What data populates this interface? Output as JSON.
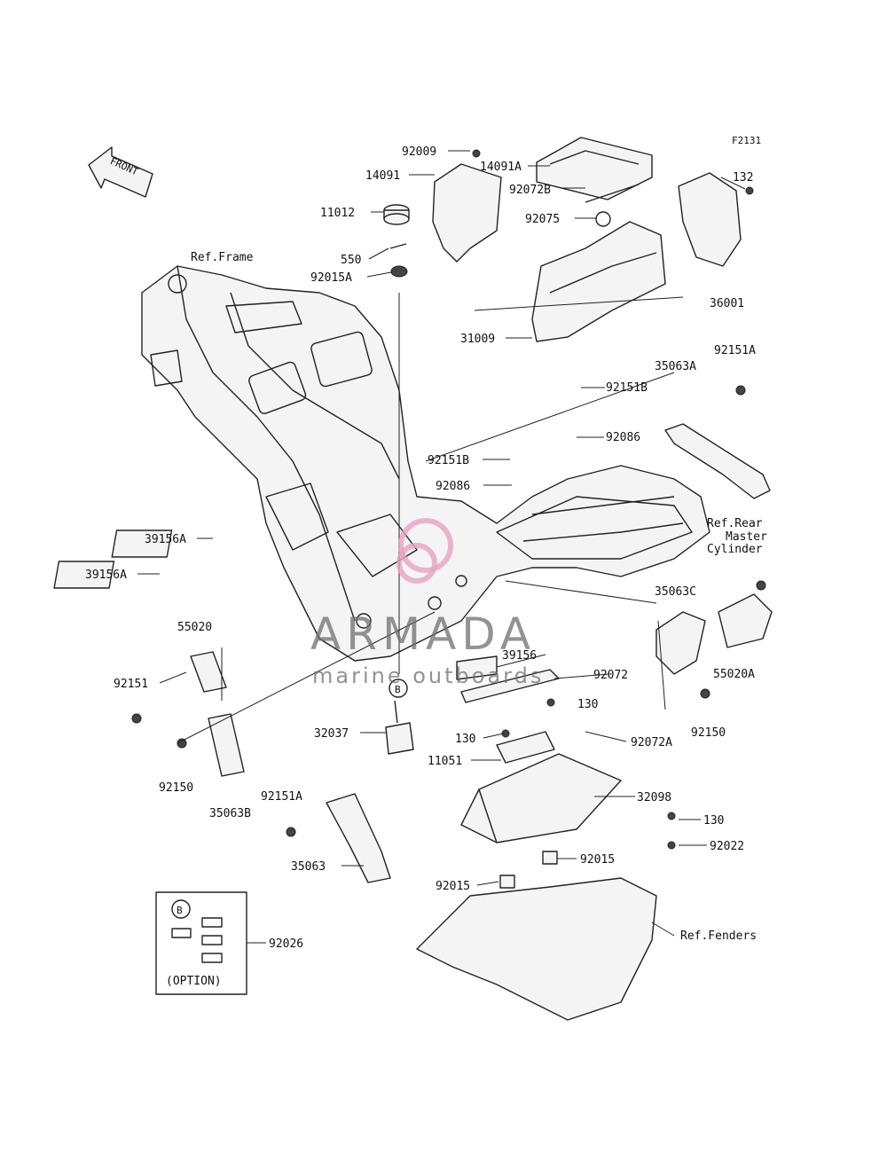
{
  "figure_code": "F2131",
  "front_label": "FRONT",
  "refs": {
    "frame": "Ref.Frame",
    "rear_master_cylinder": [
      "Ref.Rear",
      "Master",
      "Cylinder"
    ],
    "fenders": "Ref.Fenders"
  },
  "option_label": "(OPTION)",
  "marker_b": "B",
  "watermark": {
    "brand": "ARMADA",
    "tagline": "marine outboards"
  },
  "parts": [
    "92009",
    "14091A",
    "14091",
    "132",
    "92072B",
    "11012",
    "92075",
    "550",
    "92015A",
    "36001",
    "31009",
    "92151A",
    "35063A",
    "92151B",
    "92086",
    "92151B",
    "92086",
    "39156A",
    "39156A",
    "35063C",
    "55020",
    "39156",
    "92072",
    "55020A",
    "92151",
    "130",
    "92150",
    "32037",
    "130",
    "92072A",
    "11051",
    "92150",
    "35063B",
    "32098",
    "92151A",
    "130",
    "92022",
    "92015",
    "35063",
    "92015",
    "92026"
  ],
  "colors": {
    "line": "#222222",
    "watermark_gray": "#6f6f6f",
    "watermark_pink": "#e8a3c0"
  }
}
